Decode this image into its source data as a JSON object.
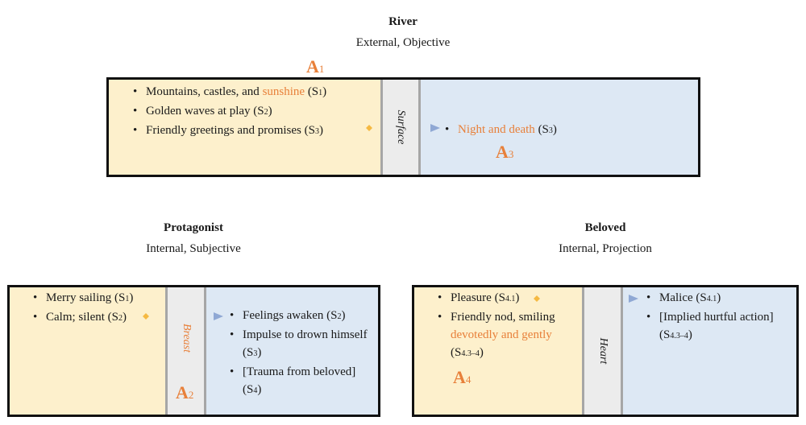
{
  "river": {
    "title": "River",
    "subtitle": "External, Objective",
    "annotation_top": {
      "letter": "A",
      "index": "1"
    },
    "surface_items": [
      {
        "pre": "Mountains, castles, and ",
        "highlight": "sunshine",
        "post": " ",
        "ref": "(S1)"
      },
      {
        "pre": "Golden waves at play ",
        "highlight": "",
        "post": "",
        "ref": "(S2)"
      },
      {
        "pre": "Friendly greetings and promises ",
        "highlight": "",
        "post": "",
        "ref": "(S3)"
      }
    ],
    "divider_label": "Surface",
    "depth_items": [
      {
        "pre": "",
        "highlight": "Night and death",
        "post": " ",
        "ref": "(S3)"
      }
    ],
    "annotation_depth": {
      "letter": "A",
      "index": "3"
    }
  },
  "protagonist": {
    "title": "Protagonist",
    "subtitle": "Internal, Subjective",
    "surface_items": [
      {
        "text": "Merry sailing ",
        "ref": "(S1)"
      },
      {
        "text": "Calm; silent ",
        "ref": "(S2)"
      }
    ],
    "divider_label": "Breast",
    "annotation": {
      "letter": "A",
      "index": "2"
    },
    "depth_items": [
      {
        "text": "Feelings awaken ",
        "ref": "(S2)"
      },
      {
        "text": "Impulse to drown himself ",
        "ref": "(S3)"
      },
      {
        "text": "[Trauma from beloved] ",
        "ref": "(S4)"
      }
    ]
  },
  "beloved": {
    "title": "Beloved",
    "subtitle": "Internal, Projection",
    "surface_items": [
      {
        "pre": "Pleasure ",
        "highlight": "",
        "ref": "(S4.1)"
      },
      {
        "pre": "Friendly nod, smiling ",
        "highlight": "devotedly and gently",
        "ref": " (S4.3–4)"
      }
    ],
    "divider_label": "Heart",
    "annotation": {
      "letter": "A",
      "index": "4"
    },
    "depth_items": [
      {
        "text": "Malice ",
        "ref": "(S4.1)"
      },
      {
        "text": "[Implied hurtful action] ",
        "ref": "(S4.3–4)"
      }
    ]
  },
  "colors": {
    "accent": "#e8803a",
    "surface_fill": "#fdf0cc",
    "depth_fill": "#dde8f4",
    "divider_fill": "#ececec",
    "arrow_start": "#f5b942",
    "arrow_end": "#8fa8d4"
  }
}
